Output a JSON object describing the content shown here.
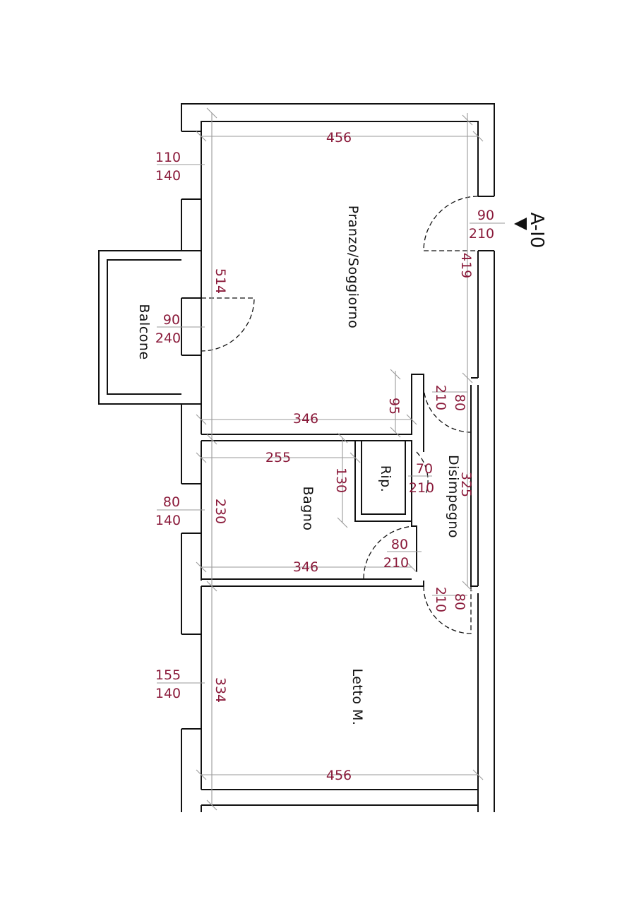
{
  "colors": {
    "wall": "#111111",
    "dimension_line": "#9a9a9a",
    "dimension_text": "#8a1a3a",
    "room_text": "#111111"
  },
  "rooms": {
    "pranzo": "Pranzo/Soggiorno",
    "balcone": "Balcone",
    "rip": "Rip.",
    "disimpegno": "Disimpegno",
    "bagno": "Bagno",
    "letto": "Letto M."
  },
  "section_marker": {
    "label": "A-I0",
    "icon": "section-arrow-icon"
  },
  "dimensions": {
    "top_width": "456",
    "window_top_width": "110",
    "window_top_height": "140",
    "entry_door_width": "90",
    "entry_door_height": "210",
    "living_length": "514",
    "balcony_door_width": "90",
    "balcony_door_height": "240",
    "right_wall_419": "419",
    "living_bottom_width": "346",
    "niche_95": "95",
    "door_disimpegno_top_width": "80",
    "door_disimpegno_top_height": "210",
    "bath_width": "255",
    "rip_depth": "130",
    "rip_door_width": "70",
    "rip_door_height": "210",
    "disimpegno_length": "325",
    "window_bath_width": "80",
    "window_bath_height": "140",
    "bath_length": "230",
    "bath_door_width": "80",
    "bath_door_height": "210",
    "bath_bottom_width": "346",
    "bedroom_door_width": "80",
    "bedroom_door_height": "210",
    "window_bed_width": "155",
    "window_bed_height": "140",
    "bedroom_length": "334",
    "bottom_width": "456"
  }
}
